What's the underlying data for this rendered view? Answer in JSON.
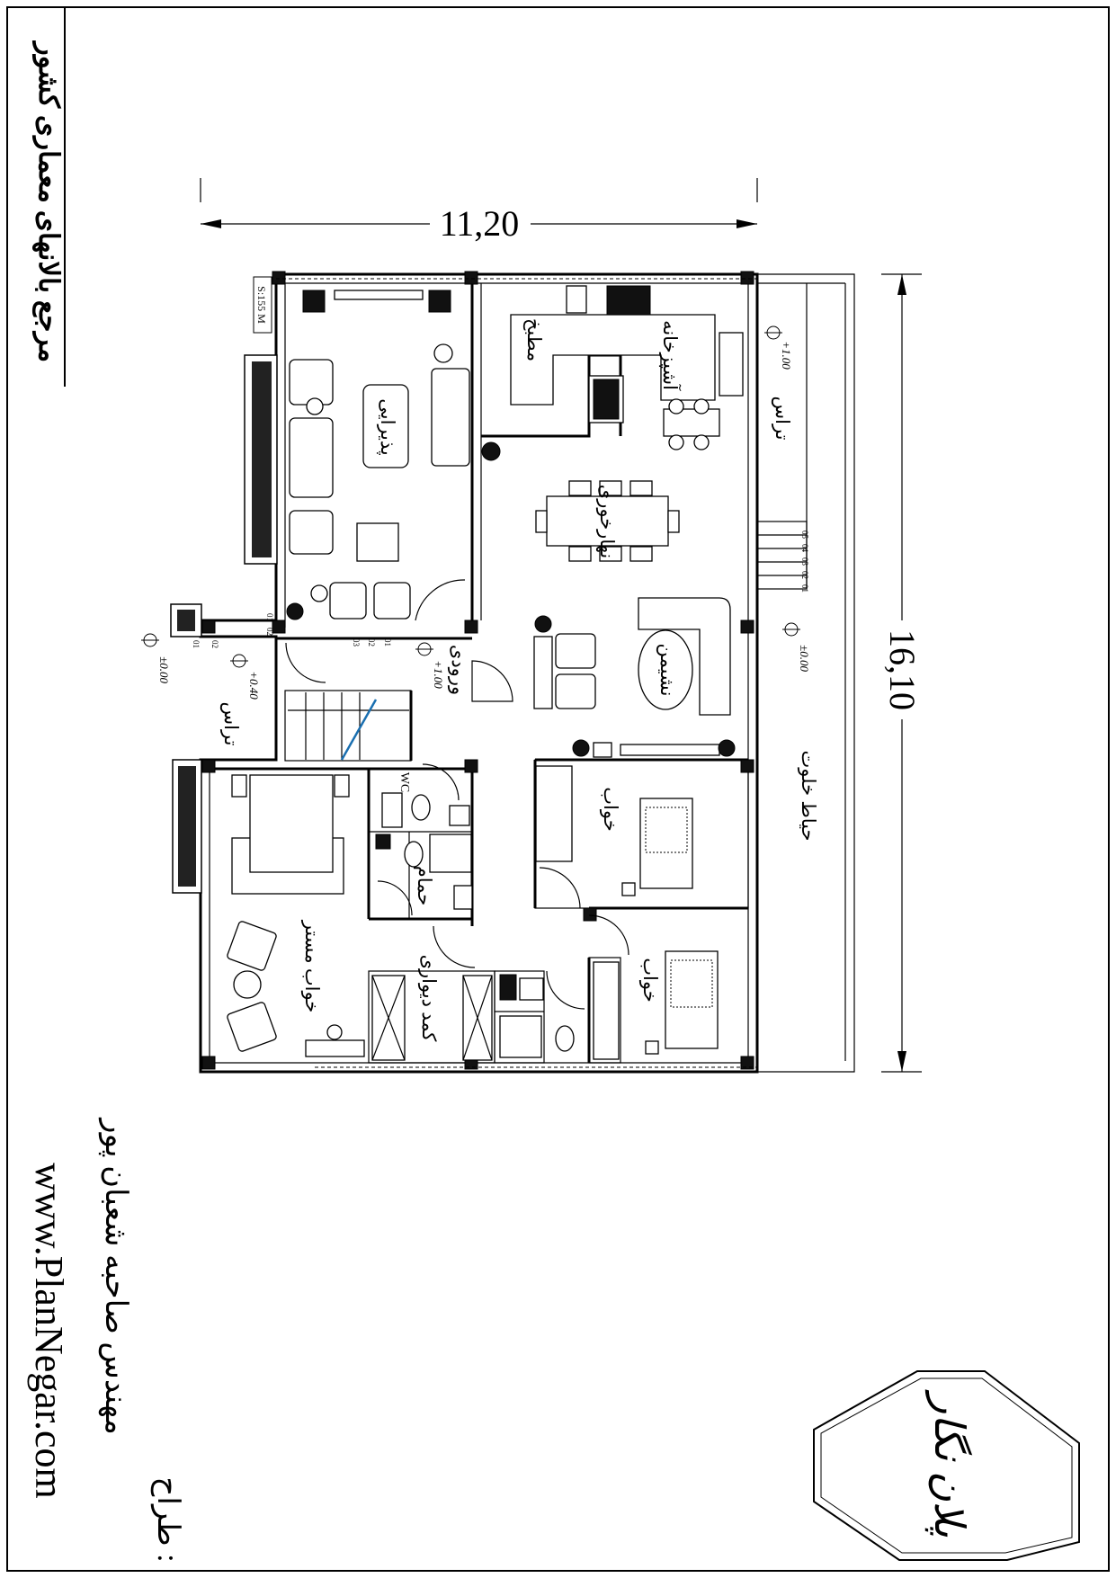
{
  "sheet": {
    "side_title": "مرجع بالانهای معماری کشور",
    "website": "www.PlanNegar.com",
    "designer_label": "طراح :",
    "designer_name": "مهندس صاحبه شعبان پور",
    "logo_text": "پلان نگار"
  },
  "plan": {
    "width_dim": "11,20",
    "depth_dim": "16,10",
    "area_tag": "S:155 M"
  },
  "rooms": {
    "kitchen": "آشپزخانه",
    "pantry": "مطبخ",
    "reception": "پذیرایی",
    "dining": "نهارخوری",
    "living": "نشیمن",
    "entrance": "ورودی",
    "terrace_east": "تراس",
    "terrace_west": "تراس",
    "back_yard": "حیاط خلوت",
    "bedroom_1": "خواب",
    "bedroom_2": "خواب",
    "master_bedroom": "خواب مستر",
    "dressing": "کمد دیواری",
    "bath": "حمام",
    "wc": "WC"
  },
  "levels": {
    "kitchen_terrace": "+1.00",
    "yard_front": "±0.00",
    "west_entry": "±0.00",
    "west_landing": "+0.40",
    "entrance": "+1.00"
  },
  "stairs": {
    "east_steps": [
      "01",
      "02",
      "03",
      "04",
      "05"
    ],
    "west_steps": [
      "01",
      "02"
    ],
    "mid_steps": [
      "01",
      "02",
      "03"
    ]
  }
}
